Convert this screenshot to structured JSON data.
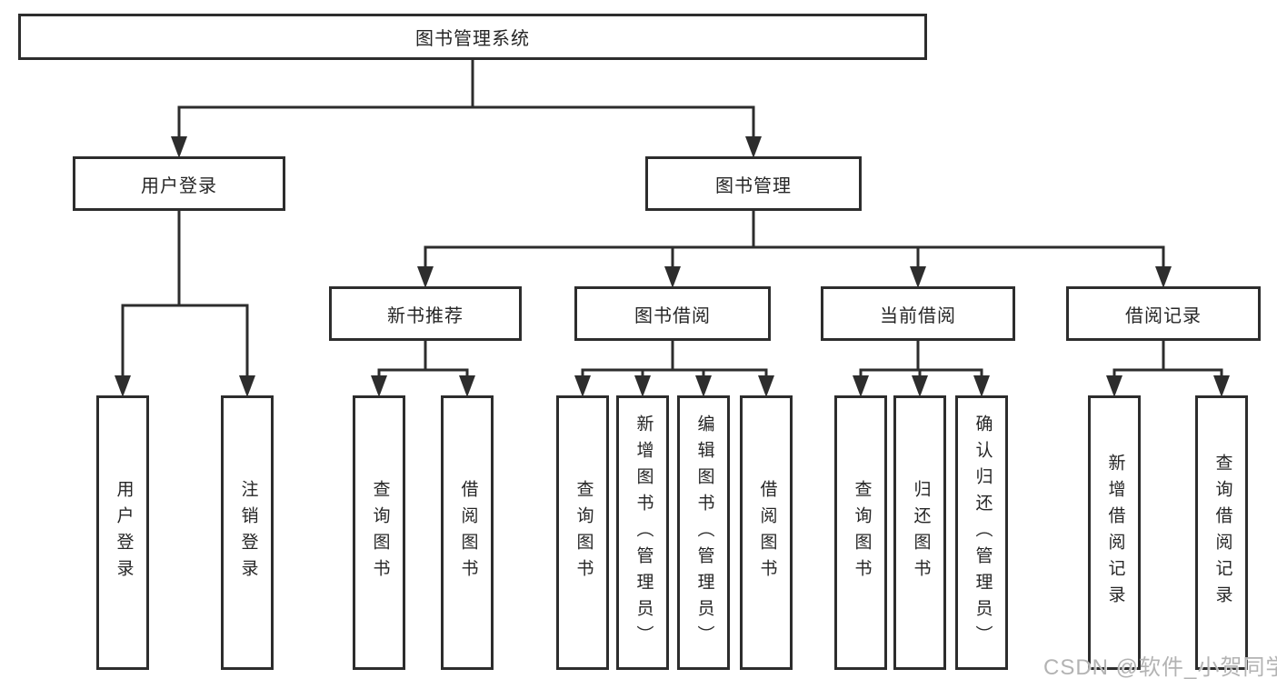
{
  "tree": {
    "root": {
      "label": "图书管理系统"
    },
    "children": [
      {
        "label": "用户登录",
        "children": [
          {
            "label": "用户登录"
          },
          {
            "label": "注销登录"
          }
        ]
      },
      {
        "label": "图书管理",
        "children": [
          {
            "label": "新书推荐",
            "children": [
              {
                "label": "查询图书"
              },
              {
                "label": "借阅图书"
              }
            ]
          },
          {
            "label": "图书借阅",
            "children": [
              {
                "label": "查询图书"
              },
              {
                "label": "新增图书（管理员）"
              },
              {
                "label": "编辑图书（管理员）"
              },
              {
                "label": "借阅图书"
              }
            ]
          },
          {
            "label": "当前借阅",
            "children": [
              {
                "label": "查询图书"
              },
              {
                "label": "归还图书"
              },
              {
                "label": "确认归还（管理员）"
              }
            ]
          },
          {
            "label": "借阅记录",
            "children": [
              {
                "label": "新增借阅记录"
              },
              {
                "label": "查询借阅记录"
              }
            ]
          }
        ]
      }
    ]
  },
  "watermark": "CSDN @软件_小贺同学",
  "colors": {
    "line": "#2d2d2d",
    "text": "#262626",
    "watermark": "#b3b3b3",
    "background": "#ffffff"
  }
}
